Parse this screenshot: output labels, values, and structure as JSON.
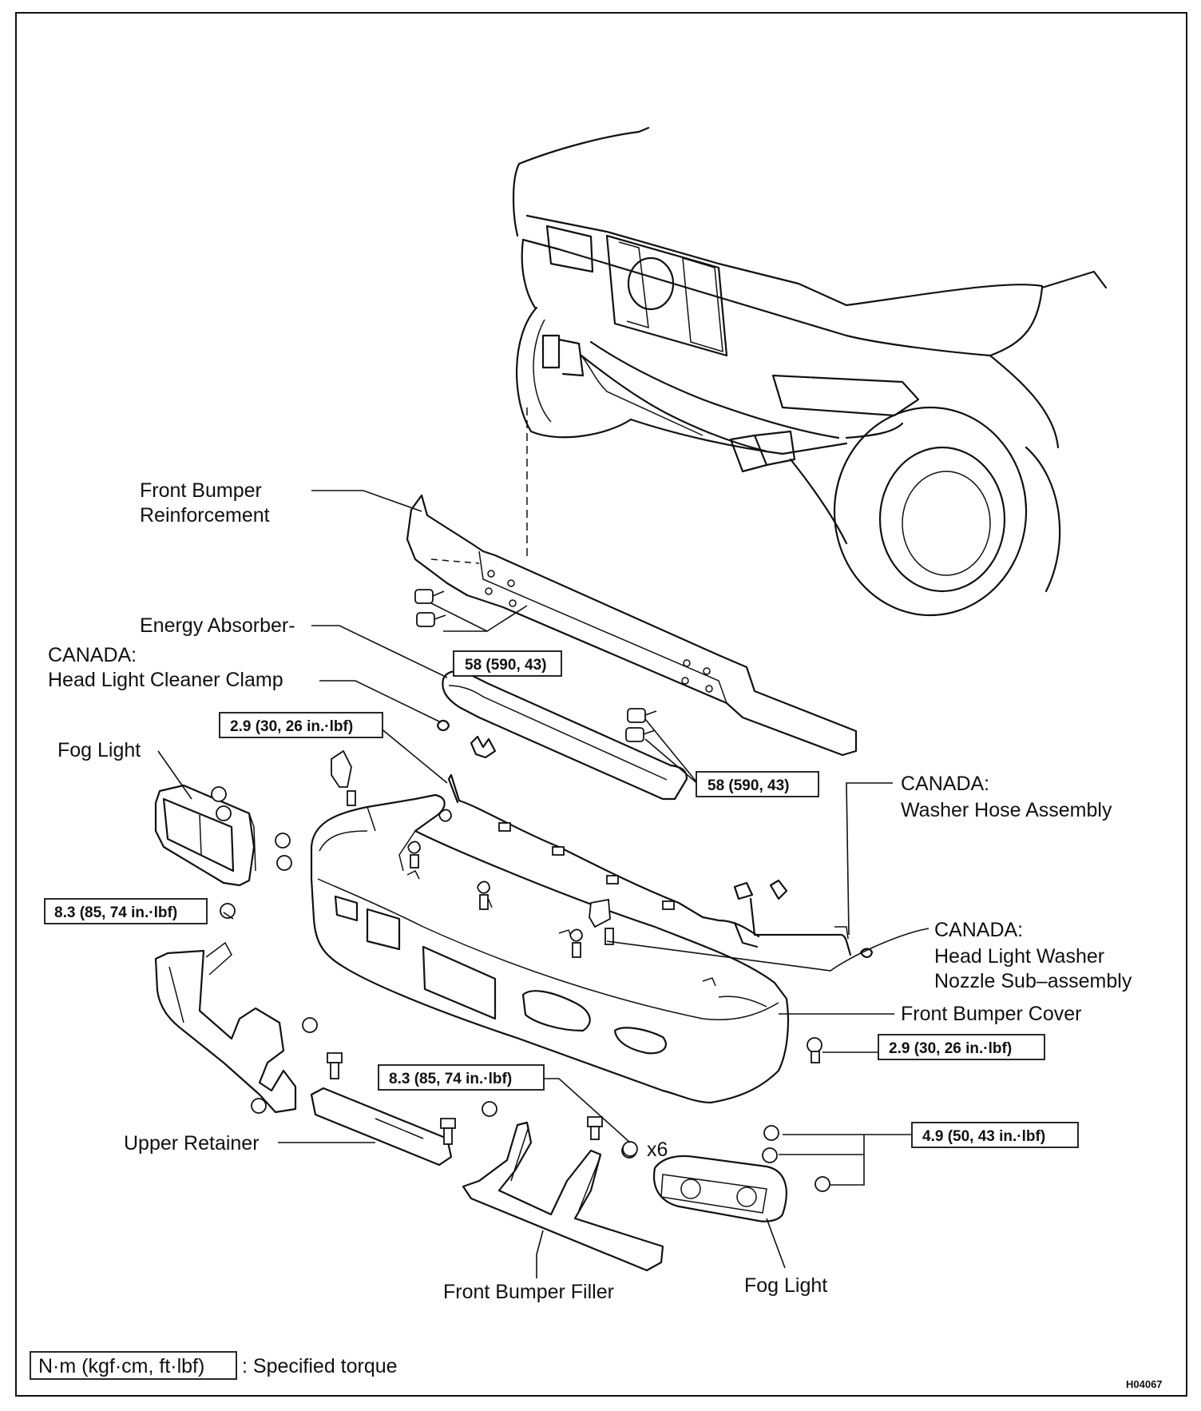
{
  "labels": {
    "front_bumper_reinforcement": [
      "Front Bumper",
      "Reinforcement"
    ],
    "energy_absorber": "Energy Absorber-",
    "head_light_cleaner_clamp": [
      "CANADA:",
      "Head Light Cleaner Clamp"
    ],
    "fog_light_left": "Fog Light",
    "washer_hose_assembly": [
      "CANADA:",
      "Washer Hose Assembly"
    ],
    "head_light_washer_nozzle": [
      "CANADA:",
      "Head Light Washer",
      "Nozzle Sub–assembly"
    ],
    "front_bumper_cover": "Front Bumper Cover",
    "upper_retainer": "Upper Retainer",
    "front_bumper_filler": "Front Bumper Filler",
    "fog_light_right": "Fog Light",
    "quantity_x6": "x6"
  },
  "torques": {
    "reinforcement_left": "58 (590, 43)",
    "reinforcement_right": "58 (590, 43)",
    "cleaner_clamp": "2.9 (30, 26 in.·lbf)",
    "fog_light_left": "8.3 (85, 74 in.·lbf)",
    "bumper_cover": "2.9 (30, 26 in.·lbf)",
    "bumper_filler": "8.3 (85, 74 in.·lbf)",
    "fog_light_right": "4.9 (50, 43 in.·lbf)"
  },
  "legend": {
    "unit_box": "N·m (kgf·cm, ft·lbf)",
    "description": ": Specified torque"
  },
  "figure_code": "H04067"
}
